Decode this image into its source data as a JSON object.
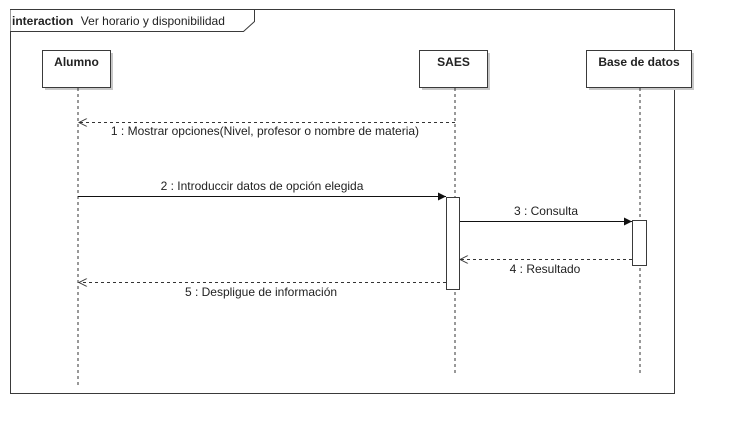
{
  "frame": {
    "keyword": "interaction",
    "name": "Ver horario y disponibilidad"
  },
  "lifelines": [
    {
      "id": "alumno",
      "name": "Alumno"
    },
    {
      "id": "saes",
      "name": "SAES"
    },
    {
      "id": "base",
      "name": "Base de datos"
    }
  ],
  "messages": [
    {
      "id": "m1",
      "label": "1 : Mostrar opciones(Nivel, profesor o nombre de materia)",
      "from": "saes",
      "to": "alumno",
      "kind": "return"
    },
    {
      "id": "m2",
      "label": "2 : Introduccir datos de opción elegida",
      "from": "alumno",
      "to": "saes",
      "kind": "call"
    },
    {
      "id": "m3",
      "label": "3 : Consulta",
      "from": "saes",
      "to": "base",
      "kind": "call"
    },
    {
      "id": "m4",
      "label": "4 : Resultado",
      "from": "base",
      "to": "saes",
      "kind": "return"
    },
    {
      "id": "m5",
      "label": "5 : Despligue de información",
      "from": "saes",
      "to": "alumno",
      "kind": "return"
    }
  ],
  "colors": {
    "line": "#3a3a3a",
    "text": "#222222",
    "fill": "#ffffff",
    "shadow": "#c8c8c8"
  }
}
